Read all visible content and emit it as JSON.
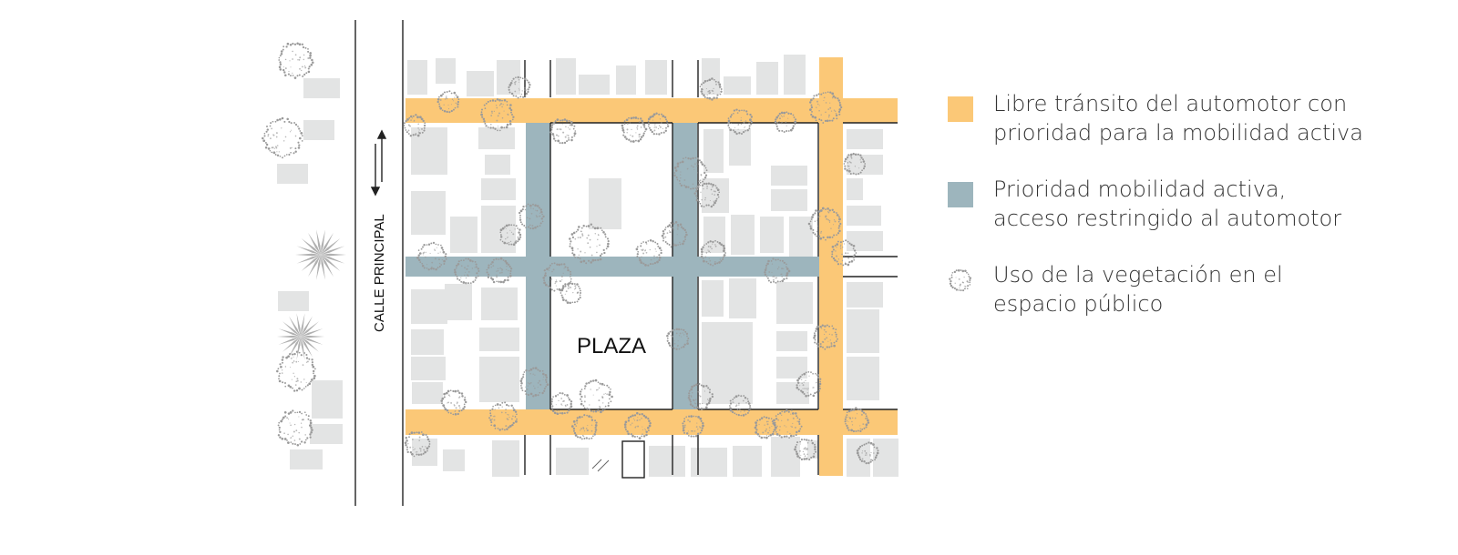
{
  "colors": {
    "vehicle_priority_active": "#fbc877",
    "active_mobility_priority": "#9db5bd",
    "building": "#e3e4e4",
    "vegetation": "#9a9a9a",
    "line": "#222222"
  },
  "map": {
    "main_street_label": "CALLE PRINCIPAL",
    "plaza_label": "PLAZA"
  },
  "legend": {
    "items": [
      {
        "key": "orange",
        "color": "#fbc877",
        "lines": [
          "Libre tránsito del automotor con",
          "prioridad para la mobilidad activa"
        ]
      },
      {
        "key": "blue",
        "color": "#9db5bd",
        "lines": [
          "Prioridad mobilidad activa,",
          "acceso restringido al automotor"
        ]
      },
      {
        "key": "vegetation",
        "icon": "tree-dots-icon",
        "lines": [
          "Uso de la vegetación en el",
          "espacio público"
        ]
      }
    ]
  }
}
